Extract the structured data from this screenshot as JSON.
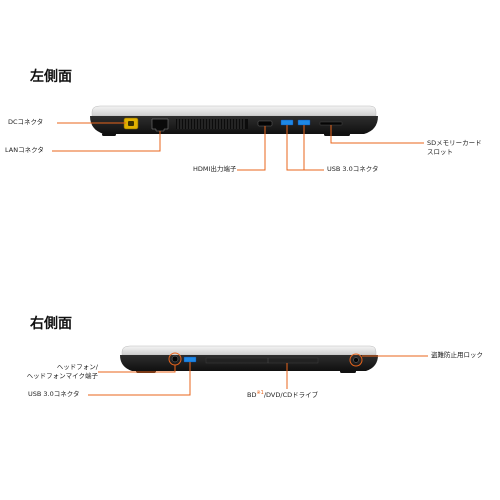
{
  "left_side": {
    "heading": "左側面",
    "labels": {
      "dc": "DCコネクタ",
      "lan": "LANコネクタ",
      "hdmi": "HDMI出力端子",
      "usb": "USB 3.0コネクタ",
      "sd_line1": "SDメモリーカード",
      "sd_line2": "スロット"
    }
  },
  "right_side": {
    "heading": "右側面",
    "labels": {
      "headphone_line1": "ヘッドフォン/",
      "headphone_line2": "ヘッドフォンマイク端子",
      "usb": "USB 3.0コネクタ",
      "drive_prefix": "BD",
      "drive_mark": "※1",
      "drive_suffix": "/DVD/CDドライブ",
      "lock": "盗難防止用ロック"
    }
  },
  "colors": {
    "callout": "#e8641b",
    "chassis": "#1c1c1c",
    "usb_port": "#1e88e5",
    "dc_port": "#e0b000"
  }
}
